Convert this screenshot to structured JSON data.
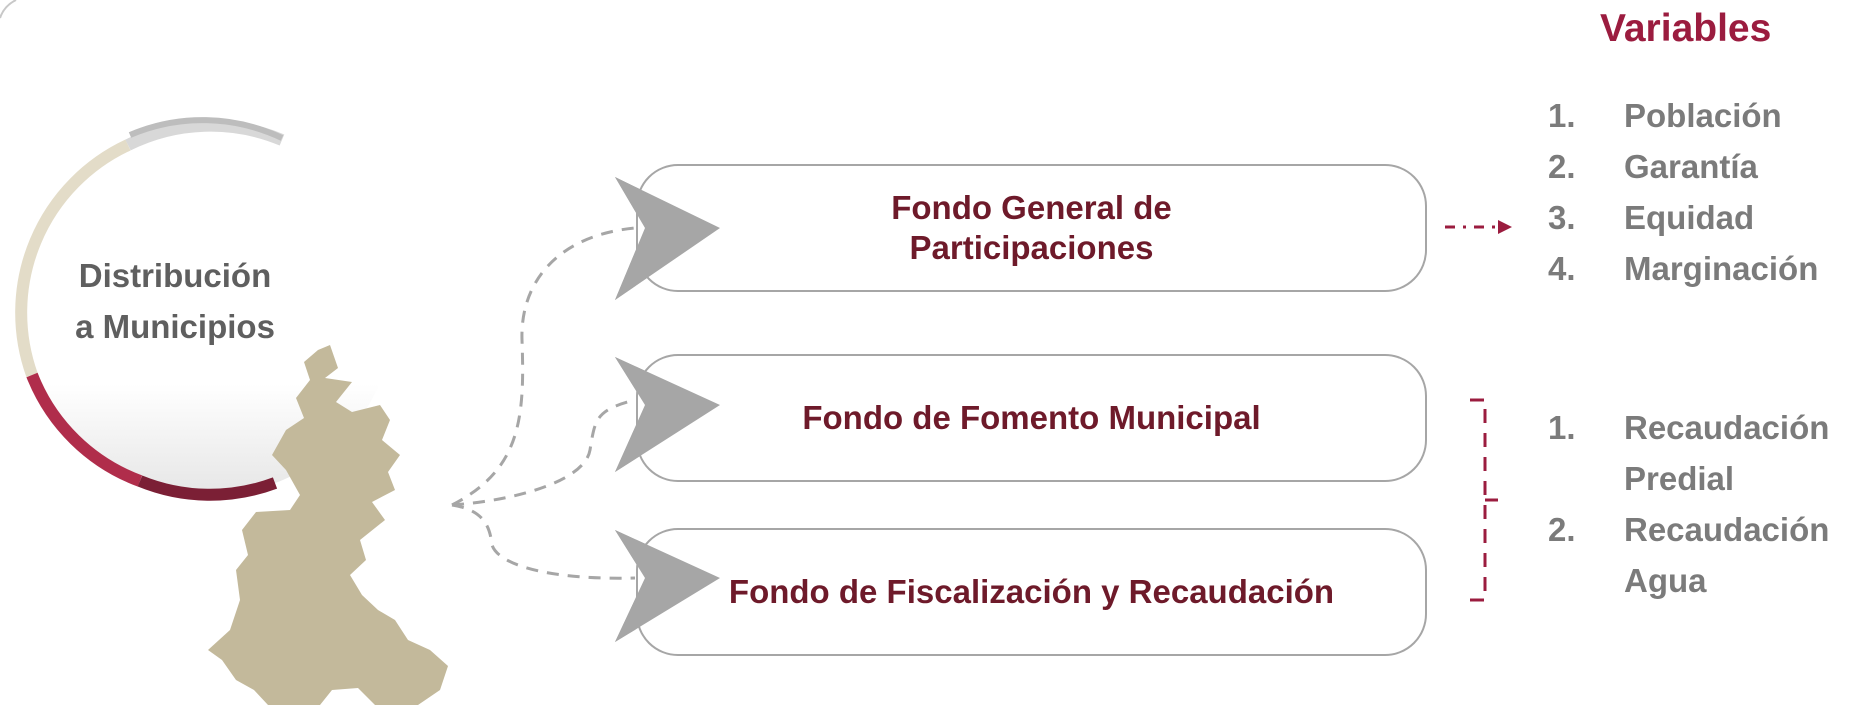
{
  "center_node": {
    "label_line1": "Distribución",
    "label_line2": "a Municipios"
  },
  "funds": [
    {
      "line1": "Fondo General de",
      "line2": "Participaciones"
    },
    {
      "line1": "Fondo de Fomento Municipal",
      "line2": ""
    },
    {
      "line1": "Fondo de Fiscalización y Recaudación",
      "line2": ""
    }
  ],
  "variables": {
    "heading": "Variables",
    "group1": [
      {
        "num": "1.",
        "text": "Población"
      },
      {
        "num": "2.",
        "text": "Garantía"
      },
      {
        "num": "3.",
        "text": "Equidad"
      },
      {
        "num": "4.",
        "text": "Marginación"
      }
    ],
    "group2": [
      {
        "num": "1.",
        "text": "Recaudación\nPredial"
      },
      {
        "num": "2.",
        "text": "Recaudación\nAgua"
      }
    ]
  },
  "colors": {
    "fund_text": "#6e1a2a",
    "heading": "#9b1c3f",
    "connector": "#a6a6a6",
    "accent_arrow": "#9b1c3f",
    "map_fill": "#c3b99b",
    "chevron": "#a6a6a6"
  }
}
